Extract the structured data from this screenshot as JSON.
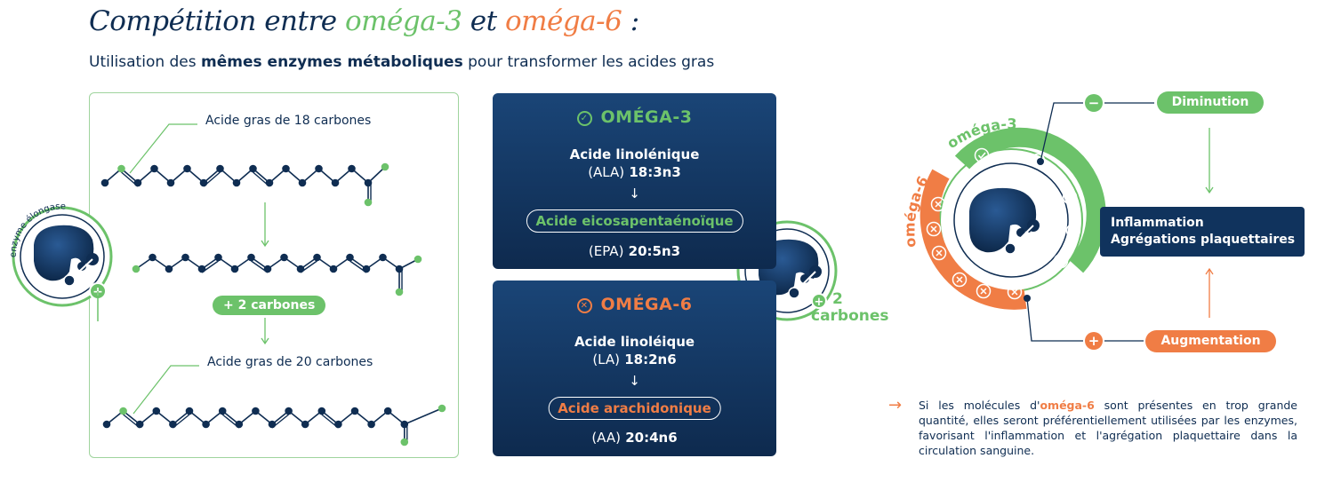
{
  "header": {
    "title_part1": "Compétition entre ",
    "title_omega3": "oméga-3",
    "title_part2": " et ",
    "title_omega6": "oméga-6",
    "title_part3": " :",
    "subtitle_part1": "Utilisation des ",
    "subtitle_bold": "mêmes enzymes métaboliques",
    "subtitle_part2": " pour transformer les acides gras"
  },
  "left_panel": {
    "enzyme_label": "enzyme élongase",
    "label_18": "Acide gras de 18 carbones",
    "label_plus2": "+ 2 carbones",
    "label_20": "Acide gras de 20 carbones"
  },
  "omega3_card": {
    "heading": "OMÉGA-3",
    "acid_name": "Acide linolénique",
    "acid_code_prefix": "(ALA)",
    "acid_code": "18:3n3",
    "arrow": "↓",
    "product_name": "Acide eicosapentaénoïque",
    "product_code_prefix": "(EPA)",
    "product_code": "20:5n3"
  },
  "omega6_card": {
    "heading": "OMÉGA-6",
    "acid_name": "Acide linoléique",
    "acid_code_prefix": "(LA)",
    "acid_code": "18:2n6",
    "arrow": "↓",
    "product_name": "Acide arachidonique",
    "product_code_prefix": "(AA)",
    "product_code": "20:4n6"
  },
  "middle_enzyme": {
    "plus_number": "2",
    "plus_word": "carbones"
  },
  "right_panel": {
    "ring_label_omega3": "oméga-3",
    "ring_label_omega6": "oméga-6",
    "minus_symbol": "−",
    "plus_symbol": "+",
    "diminution": "Diminution",
    "augmentation": "Augmentation",
    "inflammation_line1": "Inflammation",
    "inflammation_line2": "Agrégations plaquettaires"
  },
  "note": {
    "arrow": "→",
    "part1": "Si les molécules d'",
    "highlight": "oméga-6",
    "part2": " sont présentes en trop grande quantité, elles seront préférentiellement utilisées par les enzymes, favorisant l'inflammation et l'agrégation plaquettaire dans la circulation sanguine."
  },
  "colors": {
    "navy": "#0f2d52",
    "green": "#6cc26a",
    "orange": "#f07d45"
  }
}
